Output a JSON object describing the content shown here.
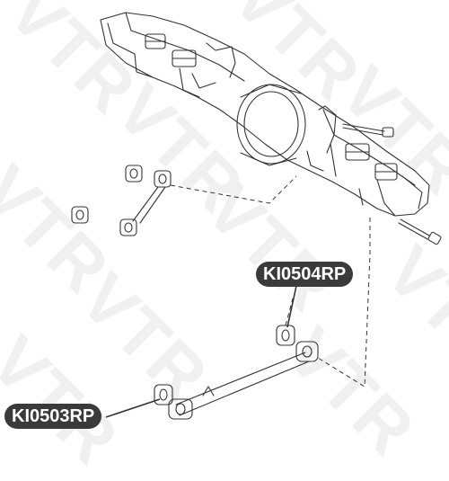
{
  "watermark": {
    "text": "VTR",
    "color": "#f0f0f0"
  },
  "callouts": [
    {
      "id": "upper",
      "part_number": "KI0504RP"
    },
    {
      "id": "lower",
      "part_number": "KI0503RP"
    }
  ],
  "colors": {
    "line": "#333333",
    "callout_bg": "#3a3a3a",
    "callout_text": "#ffffff"
  }
}
